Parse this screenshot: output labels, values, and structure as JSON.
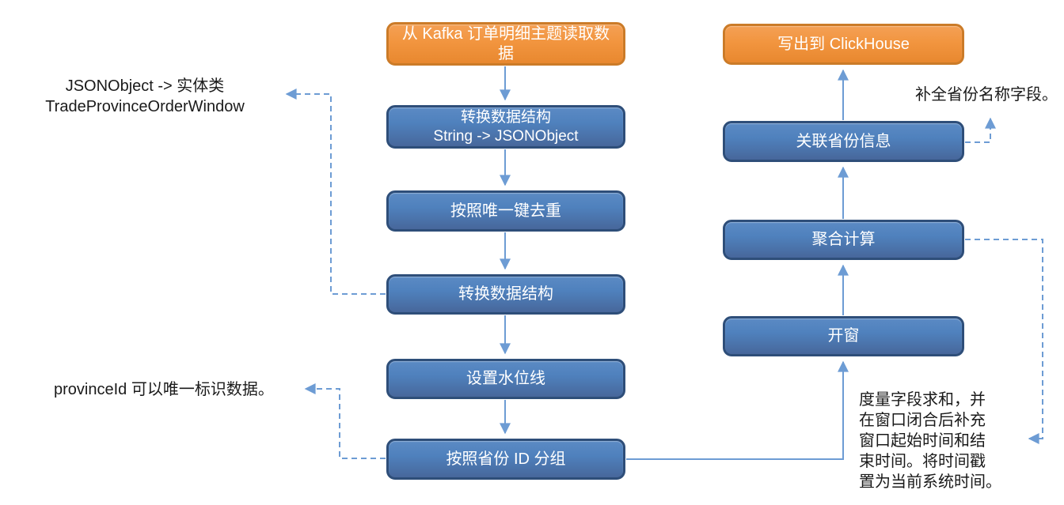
{
  "theme": {
    "background": "#ffffff",
    "blue_fill": "#4F81BD",
    "blue_border": "#2E4E79",
    "orange_fill": "#F2953F",
    "orange_border": "#CB7B28",
    "connector": "#6D9CD4",
    "text_on_box": "#ffffff",
    "annotation_text": "#1a1a1a"
  },
  "flow": {
    "left_column": [
      {
        "label": "从 Kafka 订单明细主题读取数据",
        "style": "orange"
      },
      {
        "label": "转换数据结构\nString -> JSONObject",
        "style": "blue"
      },
      {
        "label": "按照唯一键去重",
        "style": "blue"
      },
      {
        "label": "转换数据结构",
        "style": "blue"
      },
      {
        "label": "设置水位线",
        "style": "blue"
      },
      {
        "label": "按照省份 ID 分组",
        "style": "blue"
      }
    ],
    "right_column": [
      {
        "label": "写出到 ClickHouse",
        "style": "orange"
      },
      {
        "label": "关联省份信息",
        "style": "blue"
      },
      {
        "label": "聚合计算",
        "style": "blue"
      },
      {
        "label": "开窗",
        "style": "blue"
      }
    ],
    "annotations": [
      {
        "text": "JSONObject -> 实体类\nTradeProvinceOrderWindow",
        "points_to": "转换数据结构"
      },
      {
        "text": "provinceId 可以唯一标识数据。",
        "points_to": "按照省份 ID 分组"
      },
      {
        "text": "补全省份名称字段。",
        "points_to": "关联省份信息"
      },
      {
        "text": "度量字段求和，并\n在窗口闭合后补充\n窗口起始时间和结\n束时间。将时间戳\n置为当前系统时间。",
        "points_to": "聚合计算"
      }
    ]
  }
}
